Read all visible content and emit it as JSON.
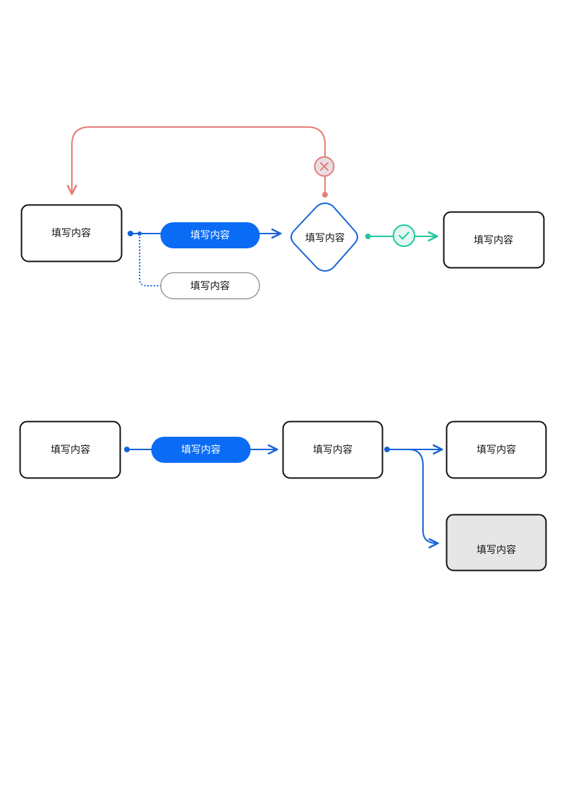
{
  "colors": {
    "blue": "#1463d9",
    "pill_fill": "#0a6cf5",
    "red": "#e57c76",
    "red_fill": "#e8dde6",
    "green": "#1ec7a0",
    "green_fill": "#e3f7f0",
    "box_stroke": "#111111",
    "gray_fill": "#e6e6e6",
    "outline_pill_stroke": "#8a8a8a"
  },
  "icons": {
    "reject": "close-icon",
    "approve": "check-icon"
  },
  "flow1": {
    "start_label": "填写内容",
    "action_label": "填写内容",
    "alt_label": "填写内容",
    "decision_label": "填写内容",
    "end_label": "填写内容"
  },
  "flow2": {
    "start_label": "填写内容",
    "action_label": "填写内容",
    "middle_label": "填写内容",
    "branch_a_label": "填写内容",
    "branch_b_label": "填写内容"
  }
}
